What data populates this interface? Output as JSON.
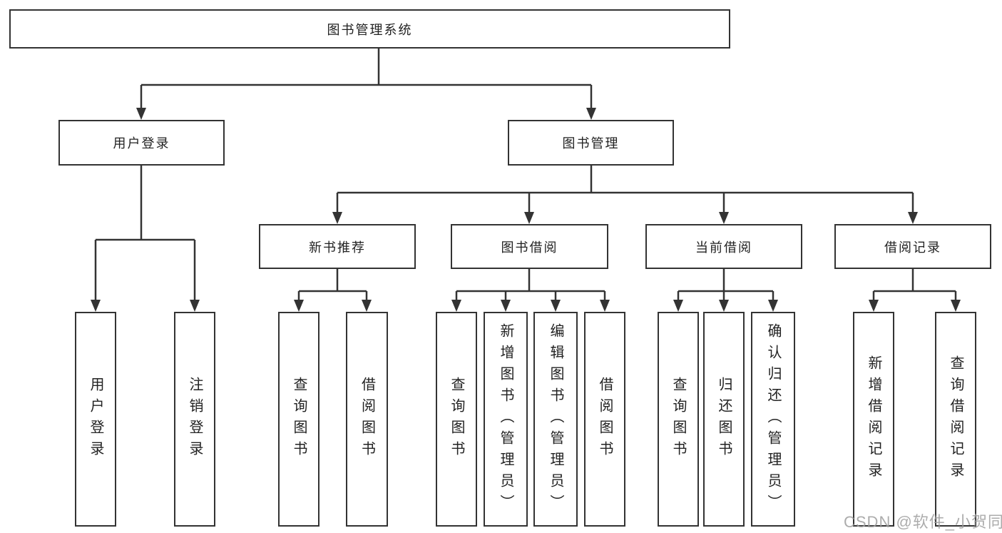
{
  "diagram": {
    "title": "图书管理系统",
    "nodes": {
      "root": {
        "label": "图书管理系统"
      },
      "user_login": {
        "label": "用户登录"
      },
      "book_mgmt": {
        "label": "图书管理"
      },
      "new_book_rec": {
        "label": "新书推荐"
      },
      "book_borrow": {
        "label": "图书借阅"
      },
      "current_borrow": {
        "label": "当前借阅"
      },
      "borrow_records": {
        "label": "借阅记录"
      },
      "leaf_user_login": {
        "label": "用户登录"
      },
      "leaf_logout_login": {
        "label": "注销登录"
      },
      "rec_query_books": {
        "label": "查询图书"
      },
      "rec_borrow_books": {
        "label": "借阅图书"
      },
      "bb_query_books": {
        "label": "查询图书"
      },
      "bb_add_books": {
        "label": "新增图书（管理员）"
      },
      "bb_edit_books": {
        "label": "编辑图书（管理员）"
      },
      "bb_borrow_books": {
        "label": "借阅图书"
      },
      "cb_query_books": {
        "label": "查询图书"
      },
      "cb_return_books": {
        "label": "归还图书"
      },
      "cb_confirm_return": {
        "label": "确认归还（管理员）"
      },
      "br_add_record": {
        "label": "新增借阅记录"
      },
      "br_query_record": {
        "label": "查询借阅记录"
      }
    },
    "colors": {
      "line": "#333333",
      "box_border": "#333333",
      "text": "#222222",
      "background": "#ffffff",
      "watermark": "#9e9e9e"
    }
  },
  "watermark": {
    "text": "CSDN @软件_小贺同学"
  }
}
